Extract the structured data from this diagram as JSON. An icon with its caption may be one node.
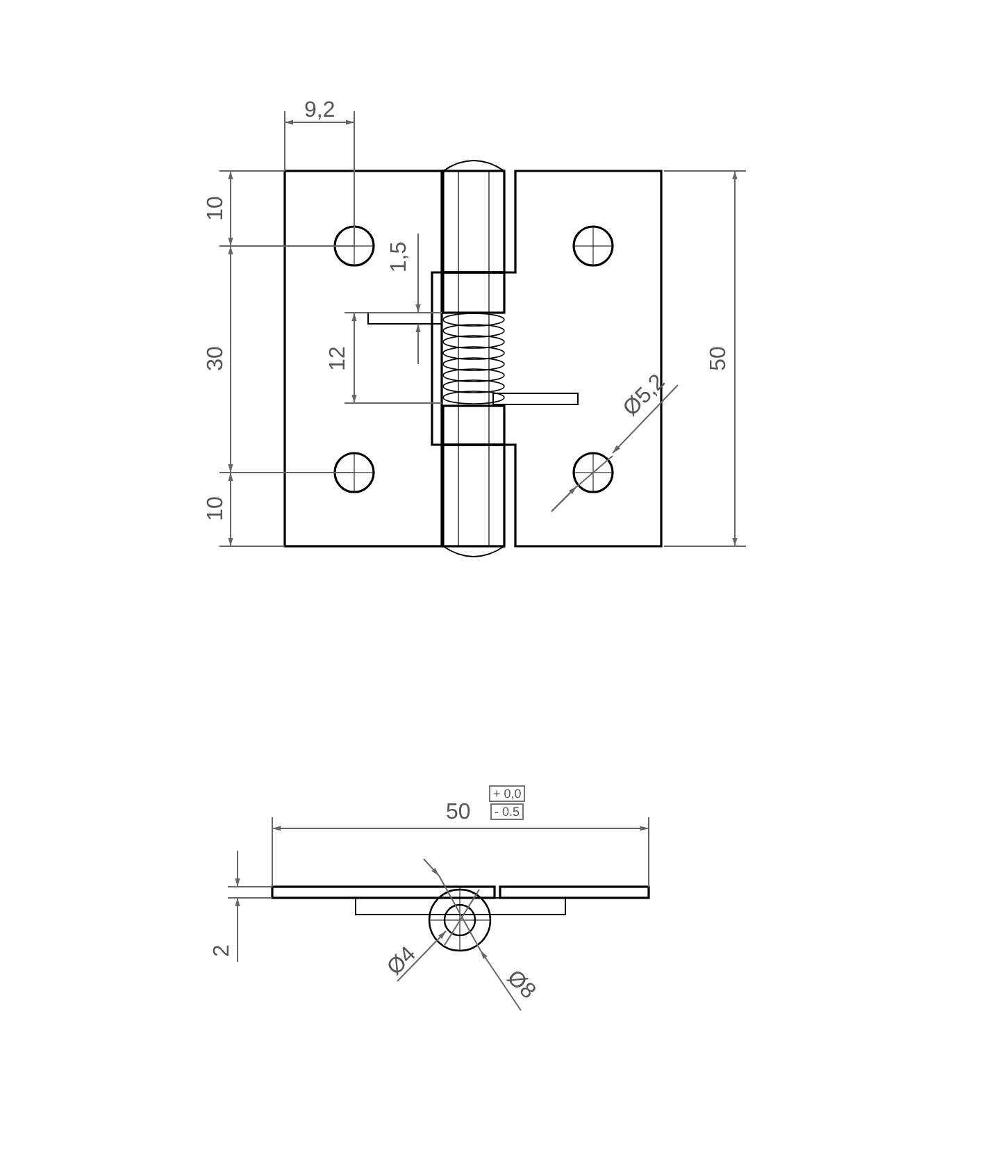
{
  "diagram": {
    "labels": [
      "9,2",
      "10",
      "1,5",
      "30",
      "12",
      "50",
      "Ø5,2",
      "10",
      "50",
      "+ 0,0",
      "- 0.5",
      "2",
      "Ø4",
      "Ø8"
    ]
  }
}
